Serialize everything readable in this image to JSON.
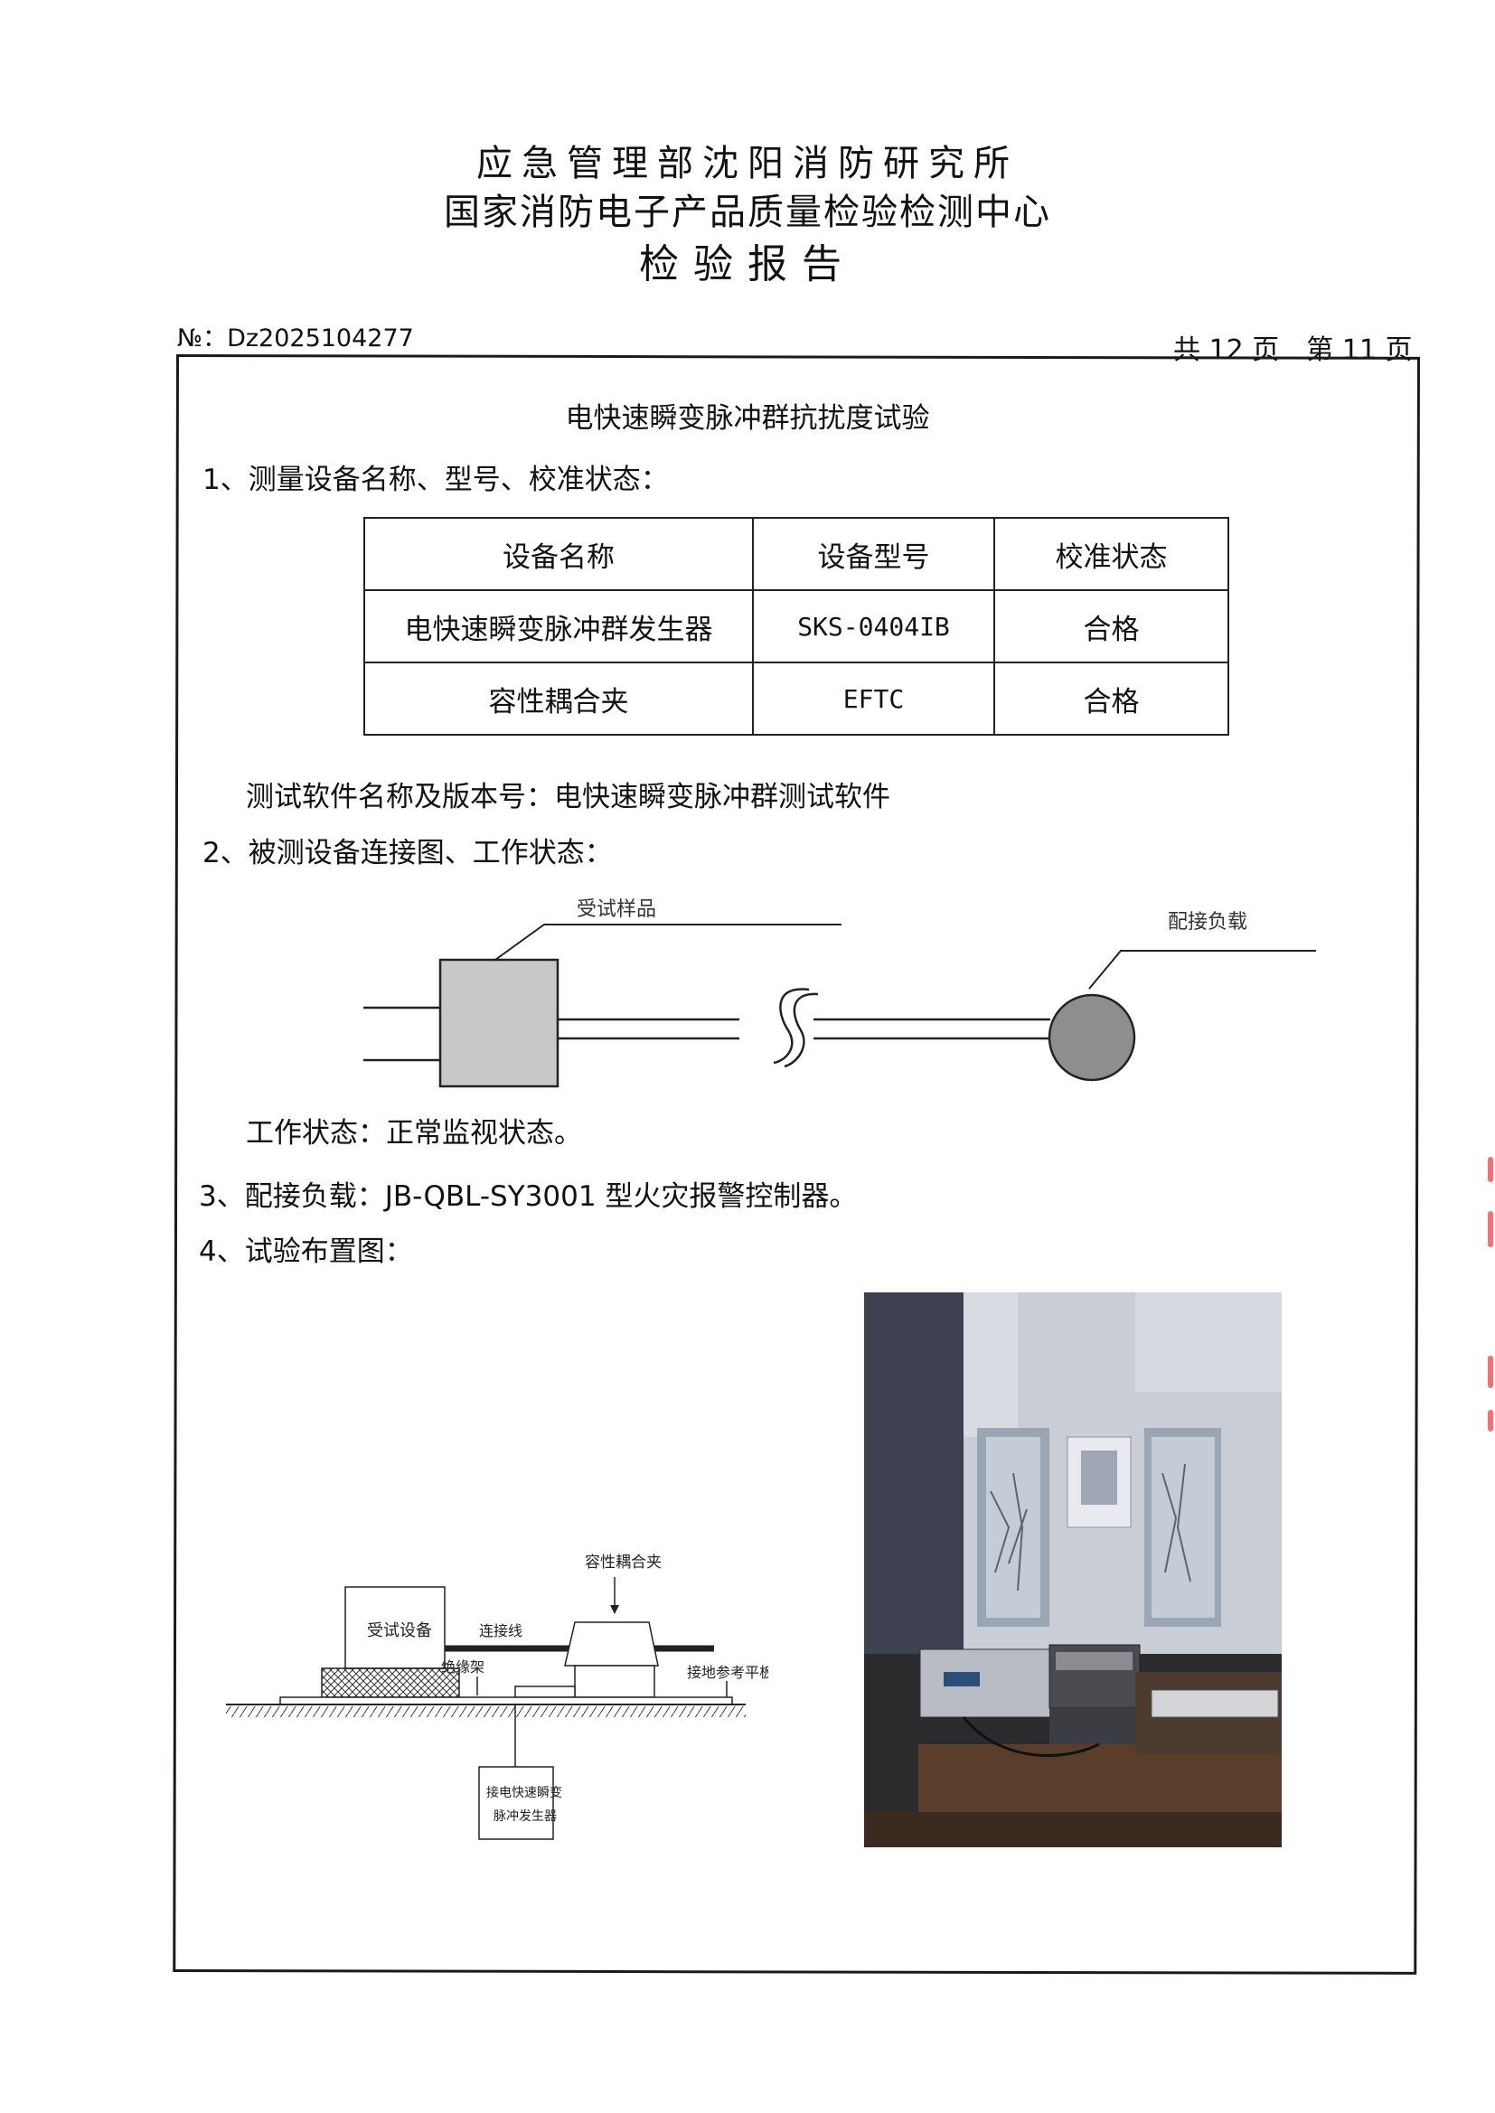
{
  "header": {
    "line1": "应急管理部沈阳消防研究所",
    "line2": "国家消防电子产品质量检验检测中心",
    "line3": "检验报告"
  },
  "doc_number": "№：Dz2025104277",
  "page_info": "共 12 页　第 11 页",
  "section_title": "电快速瞬变脉冲群抗扰度试验",
  "item1": {
    "heading": "1、测量设备名称、型号、校准状态：",
    "table": {
      "headers": [
        "设备名称",
        "设备型号",
        "校准状态"
      ],
      "rows": [
        [
          "电快速瞬变脉冲群发生器",
          "SKS-0404IB",
          "合格"
        ],
        [
          "容性耦合夹",
          "EFTC",
          "合格"
        ]
      ]
    },
    "software": "测试软件名称及版本号：电快速瞬变脉冲群测试软件"
  },
  "item2": {
    "heading": "2、被测设备连接图、工作状态：",
    "diagram": {
      "sample_label": "受试样品",
      "load_label": "配接负载"
    },
    "work_state": "工作状态：正常监视状态。"
  },
  "item3": {
    "text": "3、配接负载：JB-QBL-SY3001 型火灾报警控制器。"
  },
  "item4": {
    "heading": "4、试验布置图：",
    "layout": {
      "clamp_label": "容性耦合夹",
      "cable_label": "连接线",
      "eut_label": "受试设备",
      "insulator_label": "绝缘架",
      "ground_label": "接地参考平板",
      "generator_line1": "接电快速瞬变",
      "generator_line2": "脉冲发生器"
    }
  },
  "colors": {
    "box_fill": "#c8c8c8",
    "circle_fill": "#8e8e8e",
    "ink": "#111111"
  }
}
